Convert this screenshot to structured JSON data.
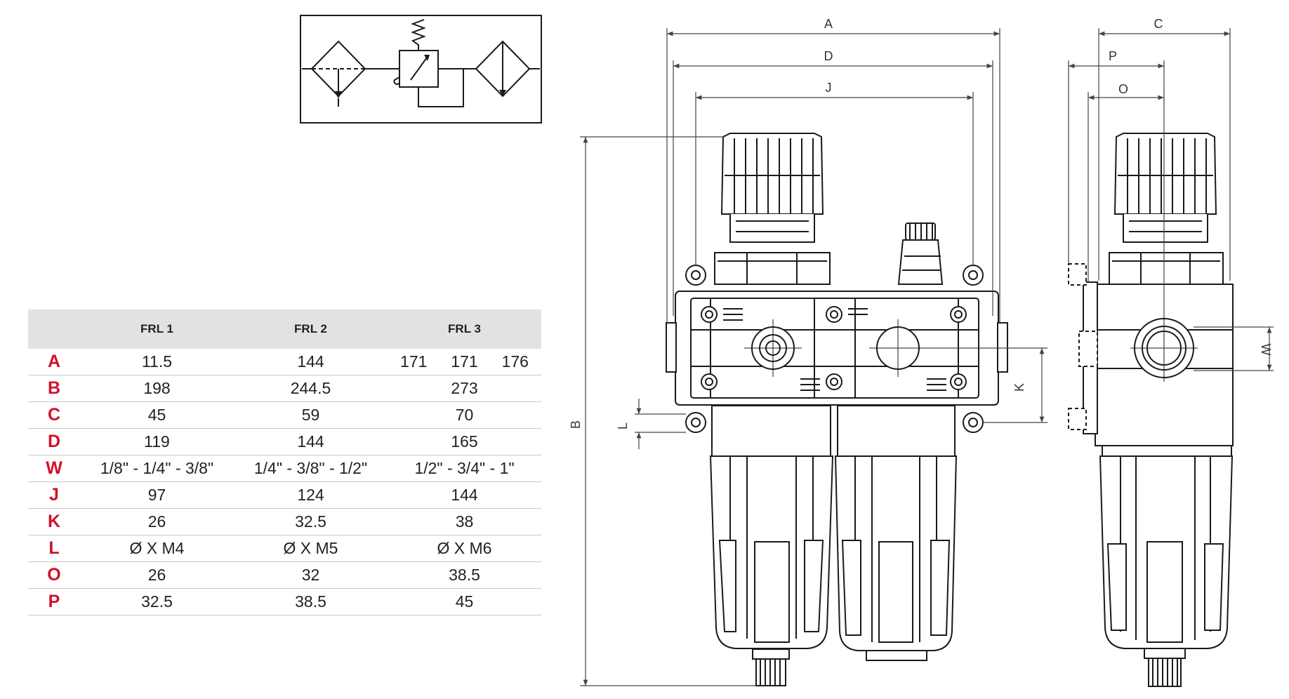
{
  "symbol": {
    "elements": [
      "filter-diamond",
      "pressure-regulator",
      "lubricator-diamond"
    ]
  },
  "table": {
    "columns": [
      "FRL 1",
      "FRL 2",
      "FRL 3"
    ],
    "rows": [
      {
        "key": "A",
        "values": [
          "11.5",
          "144",
          [
            "171",
            "171",
            "176"
          ]
        ]
      },
      {
        "key": "B",
        "values": [
          "198",
          "244.5",
          "273"
        ]
      },
      {
        "key": "C",
        "values": [
          "45",
          "59",
          "70"
        ]
      },
      {
        "key": "D",
        "values": [
          "119",
          "144",
          "165"
        ]
      },
      {
        "key": "W",
        "values": [
          "1/8\" - 1/4\" - 3/8\"",
          "1/4\" - 3/8\" - 1/2\"",
          "1/2\"  -  3/4\"  -  1\""
        ]
      },
      {
        "key": "J",
        "values": [
          "97",
          "124",
          "144"
        ]
      },
      {
        "key": "K",
        "values": [
          "26",
          "32.5",
          "38"
        ]
      },
      {
        "key": "L",
        "values": [
          "Ø X M4",
          "Ø X M5",
          "Ø X M6"
        ]
      },
      {
        "key": "O",
        "values": [
          "26",
          "32",
          "38.5"
        ]
      },
      {
        "key": "P",
        "values": [
          "32.5",
          "38.5",
          "45"
        ]
      }
    ]
  },
  "drawing": {
    "labels": {
      "A": "A",
      "D": "D",
      "J": "J",
      "B": "B",
      "L": "L",
      "K": "K",
      "C": "C",
      "P": "P",
      "O": "O",
      "W": "W"
    }
  },
  "colors": {
    "key": "#d0112b",
    "header_bg": "#e2e2e2",
    "line": "#1a1a1a",
    "dim": "#444444"
  }
}
